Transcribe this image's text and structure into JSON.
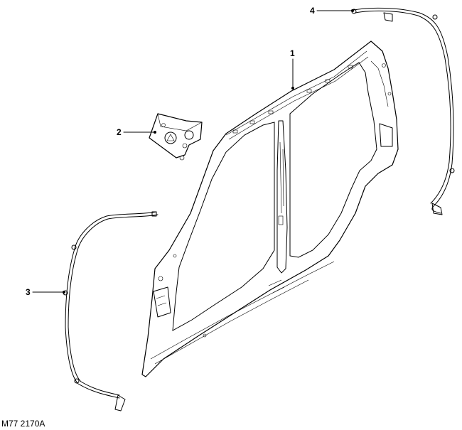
{
  "callouts": {
    "c1": "1",
    "c2": "2",
    "c3": "3",
    "c4": "4"
  },
  "reference": "M77 2170A"
}
